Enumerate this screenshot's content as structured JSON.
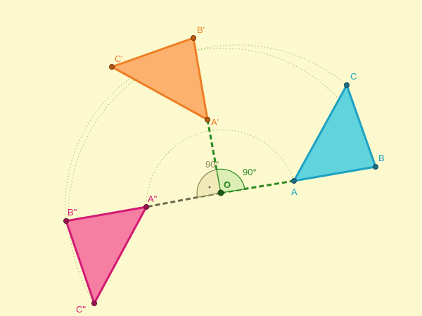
{
  "colors": {
    "background": "#fdf9cf",
    "original": "#1da2c2",
    "original_fill": "#58d1dd",
    "first_image": "#ee7f25",
    "first_image_fill": "#fcae68",
    "second_image": "#d21a73",
    "second_image_fill": "#f4779f",
    "construction_green": "#2a8a1f",
    "construction_grey": "#6a6a4d",
    "arc_dotted": "#a6c86a"
  },
  "center": {
    "label": "O"
  },
  "triangle_original": {
    "A": "A",
    "B": "B",
    "C": "C"
  },
  "triangle_first_image": {
    "A": "A'",
    "B": "B'",
    "C": "C'"
  },
  "triangle_second_image": {
    "A": "A\"",
    "B": "B\"",
    "C": "C\""
  },
  "angles": {
    "first": "90°",
    "second": "90°"
  }
}
